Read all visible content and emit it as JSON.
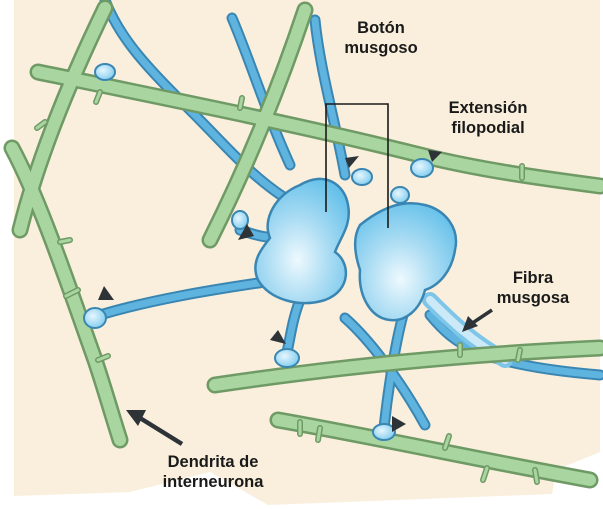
{
  "labels": {
    "mossy_bouton": [
      "Botón",
      "musgoso"
    ],
    "filopodial_extension": [
      "Extensión",
      "filopodial"
    ],
    "mossy_fiber": [
      "Fibra",
      "musgosa"
    ],
    "interneuron_dendrite": [
      "Dendrita de",
      "interneurona"
    ]
  },
  "colors": {
    "background": "#f9efdc",
    "dendrite_fill": "#a9d6a0",
    "dendrite_edge": "#6f9a66",
    "axon_fill": "#5fb3df",
    "axon_edge": "#3a86b3",
    "bouton_light": "#e9f7fd",
    "bouton_dark": "#66c1ea",
    "arrow": "#2e3337"
  }
}
